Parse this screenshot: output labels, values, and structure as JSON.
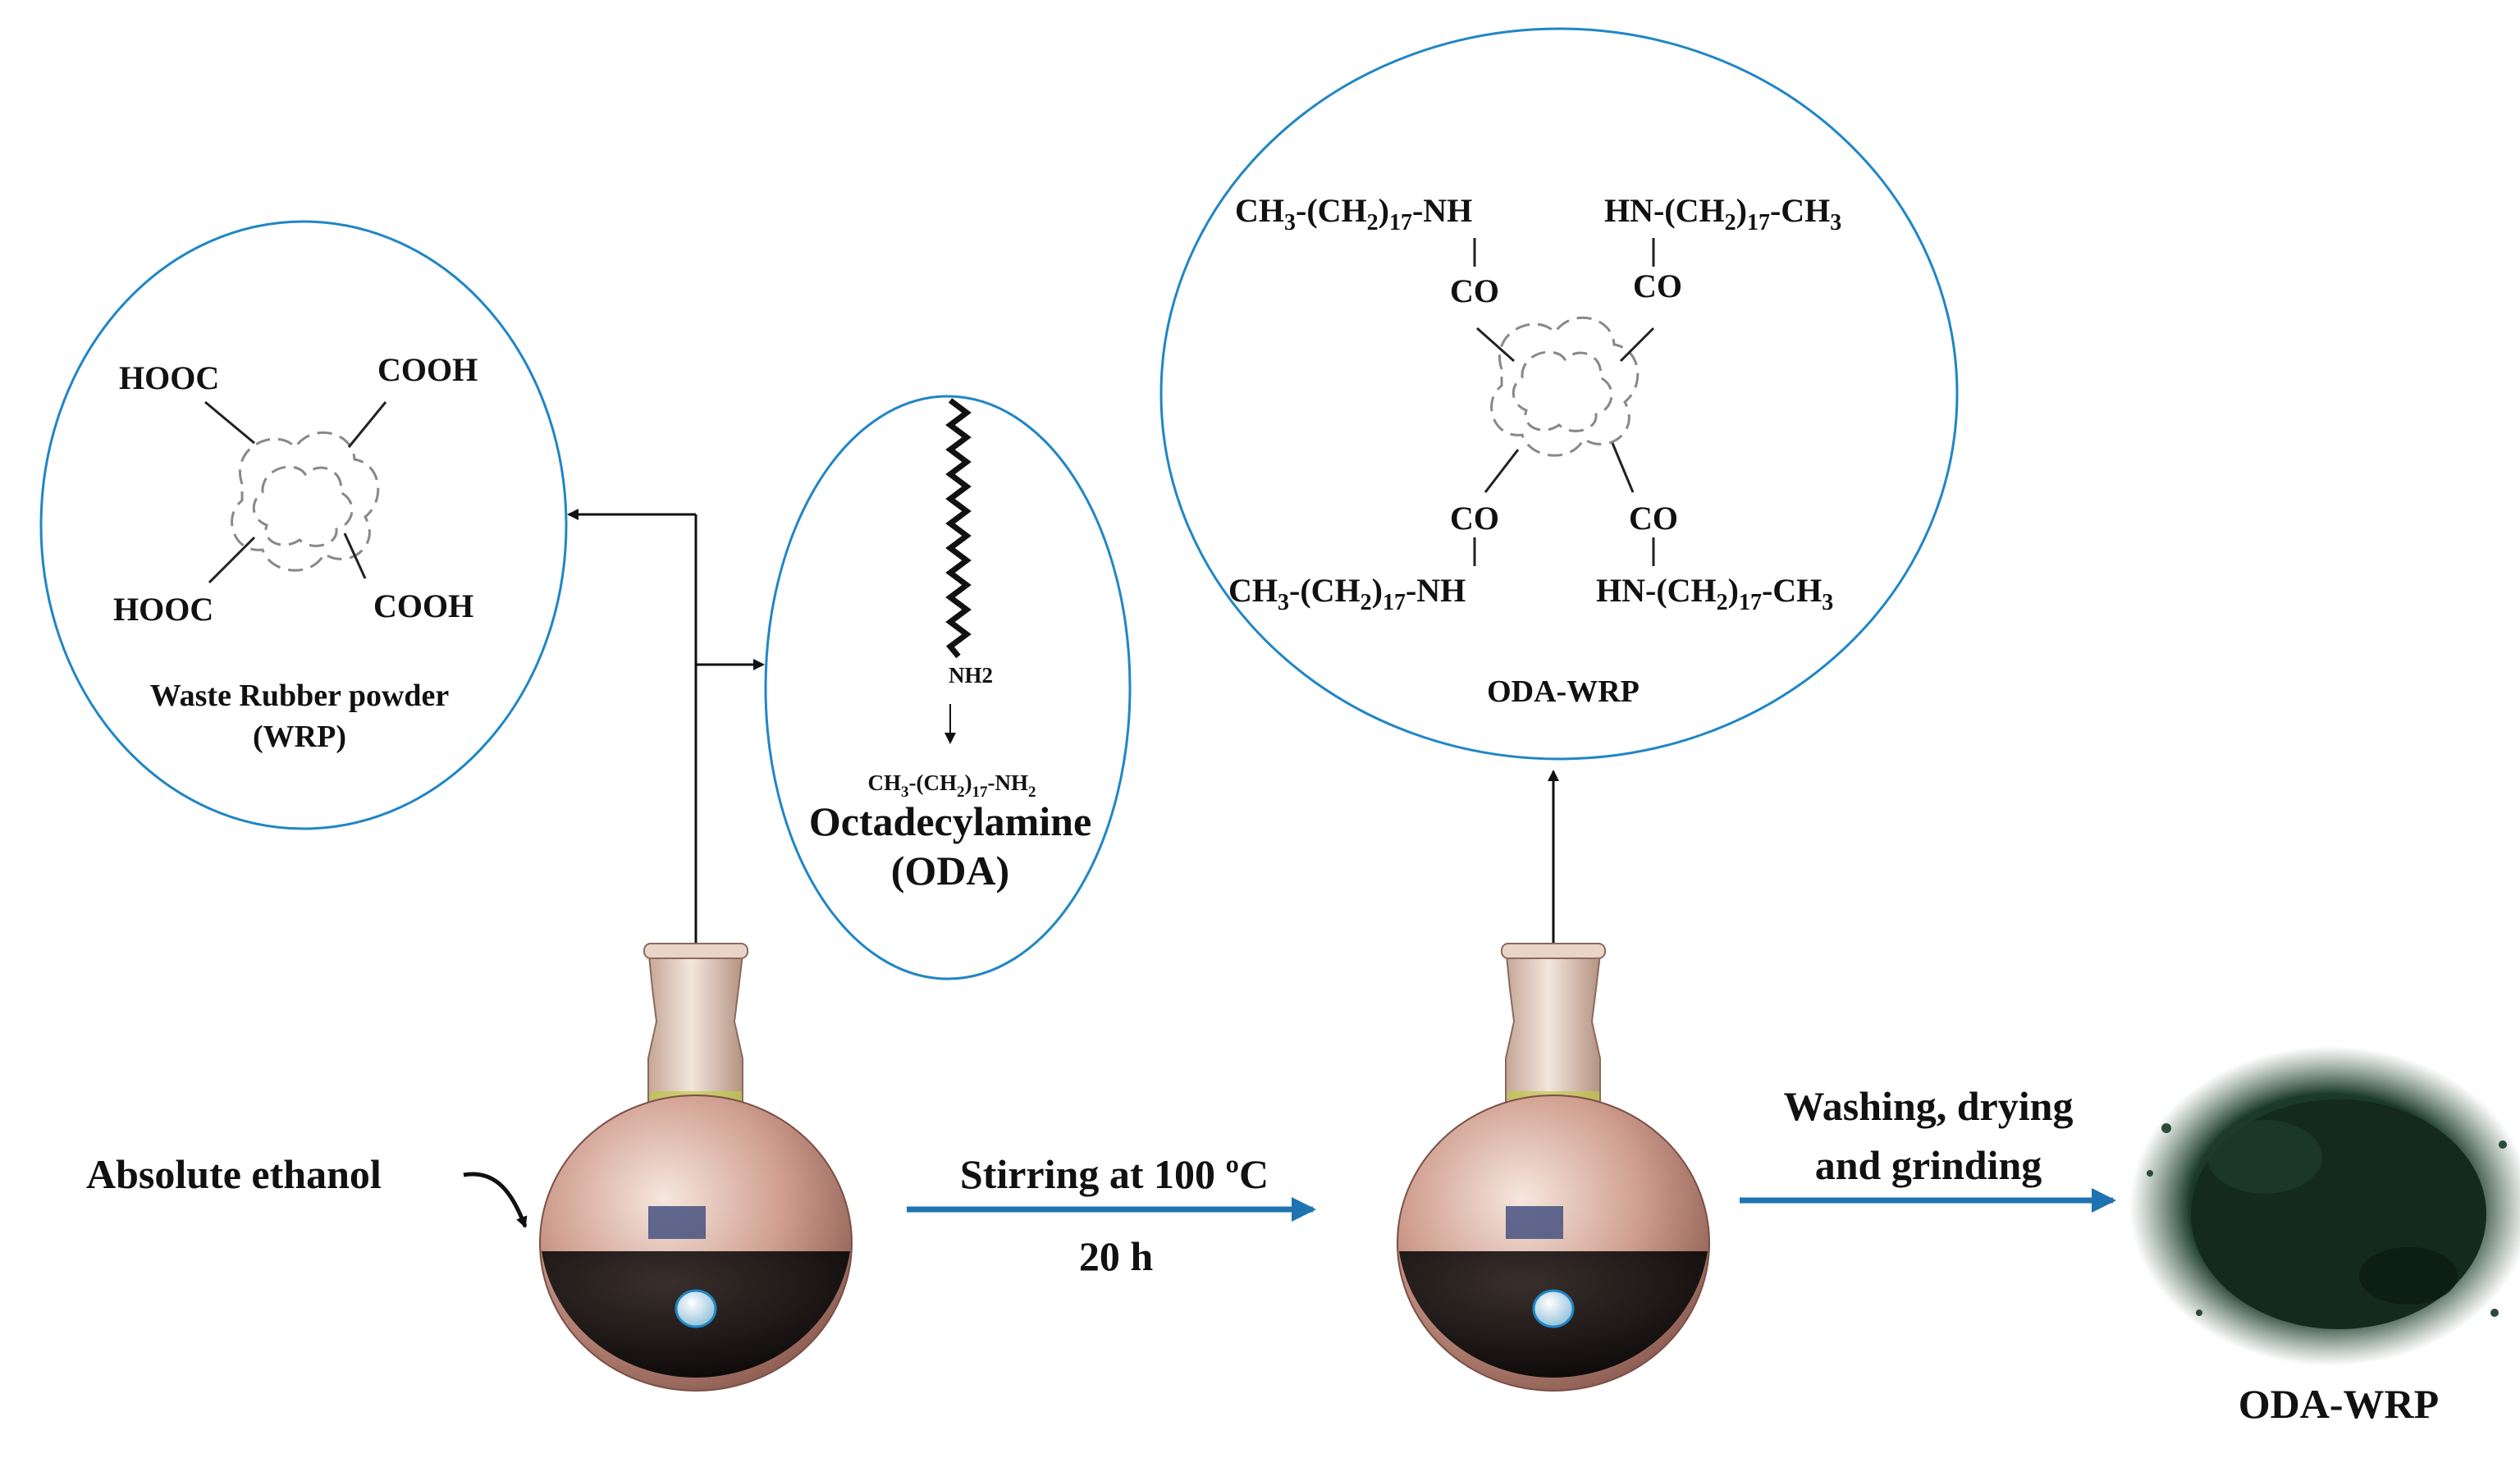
{
  "colors": {
    "circle_stroke": "#1f86c6",
    "arrow_blue": "#1f73b0",
    "liquid": "#1a1a1a",
    "glass": "#d9b9a8",
    "powder": "#1f3a2a"
  },
  "wrp": {
    "group_tl": "HOOC",
    "group_tr": "COOH",
    "group_bl": "HOOC",
    "group_br": "COOH",
    "caption_line1": "Waste Rubber powder",
    "caption_line2": "(WRP)",
    "icon": "rubber-particle-icon"
  },
  "oda": {
    "amine_label": "NH2",
    "formula_parts": [
      "CH",
      "3",
      "-(CH",
      "2",
      ")",
      "17",
      "-NH",
      "2"
    ],
    "name": "Octadecylamine",
    "abbrev": "(ODA)",
    "icon": "alkyl-chain-icon"
  },
  "oda_wrp": {
    "tl": [
      "CH",
      "3",
      "-(CH",
      "2",
      ")",
      "17",
      "-NH"
    ],
    "tr": [
      "HN-(CH",
      "2",
      ")",
      "17",
      "-CH",
      "3"
    ],
    "bl": [
      "CH",
      "3",
      "-(CH",
      "2",
      ")",
      "17",
      "-NH"
    ],
    "br": [
      "HN-(CH",
      "2",
      ")",
      "17",
      "-CH",
      "3"
    ],
    "carbonyl": "CO",
    "caption": "ODA-WRP"
  },
  "process": {
    "solvent_label": "Absolute ethanol",
    "step1_line1": "Stirring at 100 ºC",
    "step1_line2": "20 h",
    "step2_line1": "Washing, drying",
    "step2_line2": "and grinding",
    "product_label": "ODA-WRP"
  }
}
